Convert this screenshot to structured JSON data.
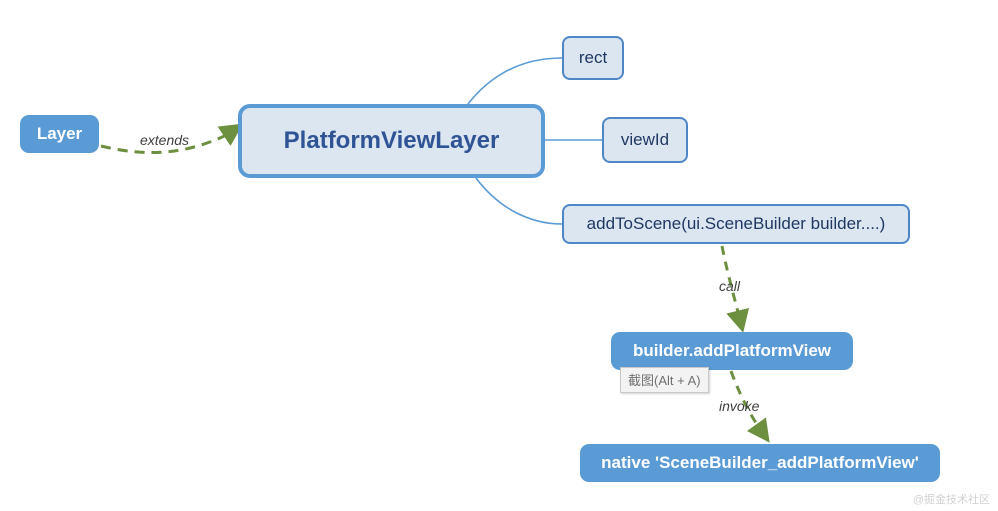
{
  "diagram": {
    "title": "PlatformViewLayer class relationships",
    "colors": {
      "solid_node_fill": "#5b9bd5",
      "light_node_fill": "#dce6f1",
      "primary_border": "#5b9bd5",
      "leaf_border": "#4f86c6",
      "primary_text": "#2f5496",
      "leaf_text": "#1f3864",
      "solid_node_text": "#ffffff",
      "dashed_edge": "#6d9040",
      "solid_edge": "#5b9bd5",
      "edge_label_text": "#404040",
      "background": "#ffffff"
    },
    "nodes": {
      "layer": {
        "label": "Layer",
        "style": "solid"
      },
      "platform_view_layer": {
        "label": "PlatformViewLayer",
        "style": "primary"
      },
      "rect": {
        "label": "rect",
        "style": "leaf"
      },
      "view_id": {
        "label": "viewId",
        "style": "leaf"
      },
      "add_to_scene": {
        "label": "addToScene(ui.SceneBuilder builder....)",
        "style": "leaf"
      },
      "builder_add_platform_view": {
        "label": "builder.addPlatformView",
        "style": "solid"
      },
      "native_scene_builder": {
        "label": "native 'SceneBuilder_addPlatformView'",
        "style": "solid"
      }
    },
    "edges": [
      {
        "from": "layer",
        "to": "platform_view_layer",
        "label": "extends",
        "style": "dashed-arrow"
      },
      {
        "from": "platform_view_layer",
        "to": "rect",
        "label": "",
        "style": "solid-curve"
      },
      {
        "from": "platform_view_layer",
        "to": "view_id",
        "label": "",
        "style": "solid-line"
      },
      {
        "from": "platform_view_layer",
        "to": "add_to_scene",
        "label": "",
        "style": "solid-curve"
      },
      {
        "from": "add_to_scene",
        "to": "builder_add_platform_view",
        "label": "call",
        "style": "dashed-arrow"
      },
      {
        "from": "builder_add_platform_view",
        "to": "native_scene_builder",
        "label": "invoke",
        "style": "dashed-arrow"
      }
    ]
  },
  "overlay": {
    "tooltip": "截图(Alt + A)"
  },
  "watermark": "@掘金技术社区"
}
